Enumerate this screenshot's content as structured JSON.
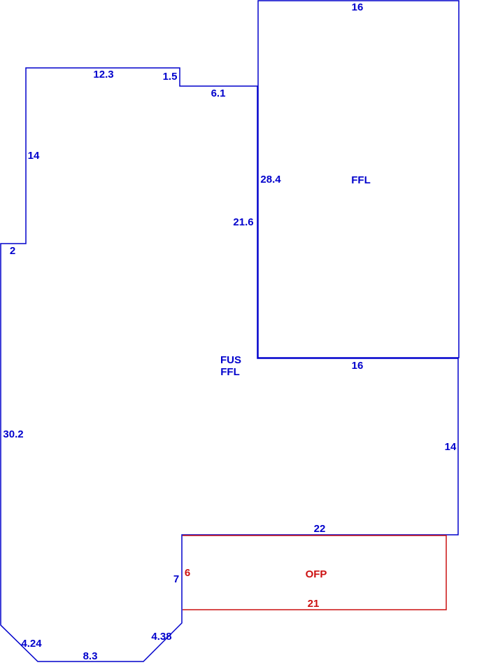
{
  "colors": {
    "main": "#0000cc",
    "porch": "#cc1111",
    "background": "#ffffff"
  },
  "areas": {
    "upper": "FFL",
    "main_line1": "FUS",
    "main_line2": "FFL",
    "porch": "OFP"
  },
  "dimensions": {
    "upper_top": "16",
    "upper_bottom": "16",
    "upper_left": "28.4",
    "main_top_left": "12.3",
    "main_step_vertical": "1.5",
    "main_step_horizontal": "6.1",
    "main_left_upper": "14",
    "main_left_step": "2",
    "main_inner_vertical": "21.6",
    "main_left_lower": "30.2",
    "main_right": "14",
    "main_bottom_right": "22",
    "main_notch_vertical": "7",
    "corner_bottom_left": "4.24",
    "main_bottom": "8.3",
    "corner_bottom_right": "4.38",
    "porch_left": "6",
    "porch_bottom": "21"
  }
}
